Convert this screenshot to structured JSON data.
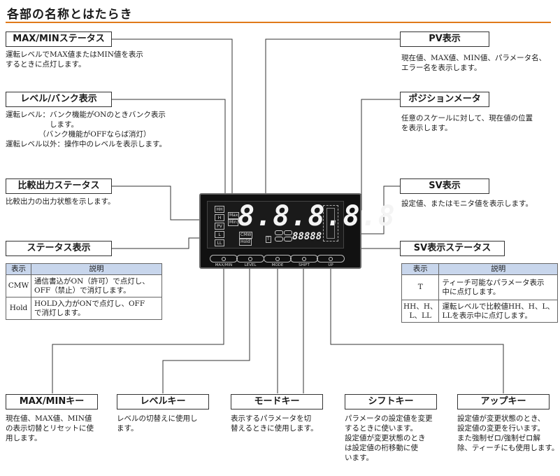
{
  "header": {
    "title": "各部の名称とはたらき"
  },
  "colors": {
    "accent": "#e07a1a",
    "table_header": "#c8d6ec"
  },
  "labels": {
    "maxmin_status": {
      "title": "MAX/MINステータス",
      "desc": "運転レベルでMAX値またはMIN値を表示\nするときに点灯します。"
    },
    "level_bank": {
      "title": "レベル/バンク表示",
      "desc": "運転レベル：バンク機能がONのときバンク表示\n　　　　　　します。\n　　　　　（バンク機能がOFFならば消灯）\n運転レベル以外：操作中のレベルを表示します。"
    },
    "compare_status": {
      "title": "比較出力ステータス",
      "desc": "比較出力の出力状態を示します。"
    },
    "status_display": {
      "title": "ステータス表示",
      "table": {
        "headers": [
          "表示",
          "説明"
        ],
        "rows": [
          [
            "CMW",
            "通信書込がON（許可）で点灯し、\nOFF（禁止）で消灯します。"
          ],
          [
            "Hold",
            "HOLD入力がONで点灯し、OFF\nで消灯します。"
          ]
        ]
      }
    },
    "pv_display": {
      "title": "PV表示",
      "desc": "現在値、MAX値、MIN値、パラメータ名、\nエラー名を表示します。"
    },
    "position_meter": {
      "title": "ポジションメータ",
      "desc": "任意のスケールに対して、現在値の位置\nを表示します。"
    },
    "sv_display": {
      "title": "SV表示",
      "desc": "設定値、またはモニタ値を表示します。"
    },
    "sv_status": {
      "title": "SV表示ステータス",
      "table": {
        "headers": [
          "表示",
          "説明"
        ],
        "rows": [
          [
            "T",
            "ティーチ可能なパラメータ表示\n中に点灯します。"
          ],
          [
            "HH、H、\nL、LL",
            "運転レベルで比較値HH、H、L、\nLLを表示中に点灯します。"
          ]
        ]
      }
    }
  },
  "keys": {
    "maxmin": {
      "title": "MAX/MINキー",
      "desc": "現在値、MAX値、MIN値\nの表示切替とリセットに使\n用します。"
    },
    "level": {
      "title": "レベルキー",
      "desc": "レベルの切替えに使用し\nます。"
    },
    "mode": {
      "title": "モードキー",
      "desc": "表示するパラメータを切\n替えるときに使用します。"
    },
    "shift": {
      "title": "シフトキー",
      "desc": "パラメータの設定値を変更\nするときに使います。\n設定値が変更状態のとき\nは設定値の桁移動に使\nいます。"
    },
    "up": {
      "title": "アップキー",
      "desc": "設定値が変更状態のとき、\n設定値の変更を行います。\nまた強制ゼロ/強制ゼロ解\n除、ティーチにも使用します。"
    }
  },
  "device": {
    "pv_digits": "8.8.8.8.8",
    "sv_digits": "88888",
    "indicators_left": [
      "HH",
      "H",
      "PV",
      "L",
      "LL"
    ],
    "max_label": "Max",
    "min_label": "Min",
    "cmw_label": "CMW",
    "hold_label": "Hold",
    "t_label": "T",
    "sv_hh": "HH",
    "sv_h": "H",
    "sv_l": "L",
    "sv_ll": "LL",
    "key_labels": [
      "MAX/MIN",
      "LEVEL",
      "MODE",
      "SHIFT",
      "UP"
    ]
  }
}
